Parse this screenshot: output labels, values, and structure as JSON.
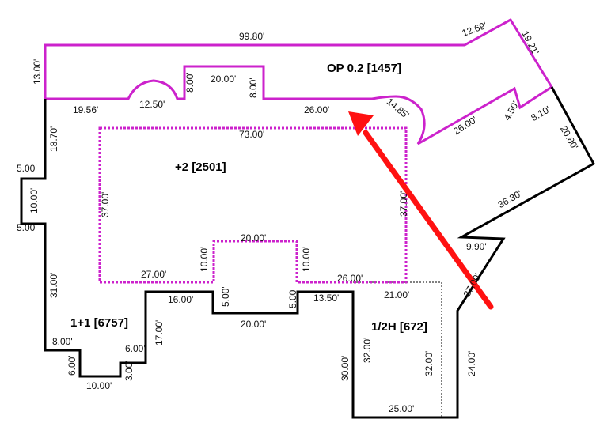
{
  "colors": {
    "outer_outline": "#000000",
    "porch_outline": "#cc22cc",
    "upper_floor_outline": "#cc22cc",
    "arrow": "#ff1111"
  },
  "areas": {
    "porch": "OP 0.2 [1457]",
    "second_floor": "+2 [2501]",
    "first_floor": "1+1 [6757]",
    "half_story": "1/2H [672]"
  },
  "dimensions": {
    "d_99_80": "99.80'",
    "d_12_69": "12.69'",
    "d_19_21": "19.21'",
    "d_13_00": "13.00'",
    "d_20_00_top": "20.00'",
    "d_8_00_left": "8.00'",
    "d_8_00_right": "8.00'",
    "d_19_56": "19.56'",
    "d_12_50": "12.50'",
    "d_26_00_top": "26.00'",
    "d_14_85": "14.85'",
    "d_26_00_diag": "26.00'",
    "d_4_50": "4.50'",
    "d_8_10": "8.10'",
    "d_20_80": "20.80'",
    "d_36_30": "36.30'",
    "d_9_90": "9.90'",
    "d_27_00_diag": "27.00'",
    "d_18_70": "18.70'",
    "d_5_00_a": "5.00'",
    "d_10_00_west": "10.00'",
    "d_5_00_b": "5.00'",
    "d_31_00": "31.00'",
    "d_8_00_sw": "8.00'",
    "d_6_00_left": "6.00'",
    "d_10_00_bottom": "10.00'",
    "d_3_00": "3.00'",
    "d_6_00_right": "6.00'",
    "d_17_00": "17.00'",
    "d_16_00": "16.00'",
    "d_5_00_c": "5.00'",
    "d_20_00_bottom": "20.00'",
    "d_5_00_d": "5.00'",
    "d_13_50": "13.50'",
    "d_21_00": "21.00'",
    "d_32_00_left": "32.00'",
    "d_30_00": "30.00'",
    "d_32_00_right": "32.00'",
    "d_25_00": "25.00'",
    "d_24_00": "24.00'",
    "d_73_00": "73.00'",
    "d_37_00_left": "37.00'",
    "d_37_00_right": "37.00'",
    "d_20_00_inner": "20.00'",
    "d_27_00_inner": "27.00'",
    "d_10_00_inner_left": "10.00'",
    "d_10_00_inner_right": "10.00'",
    "d_26_00_inner": "26.00'"
  }
}
